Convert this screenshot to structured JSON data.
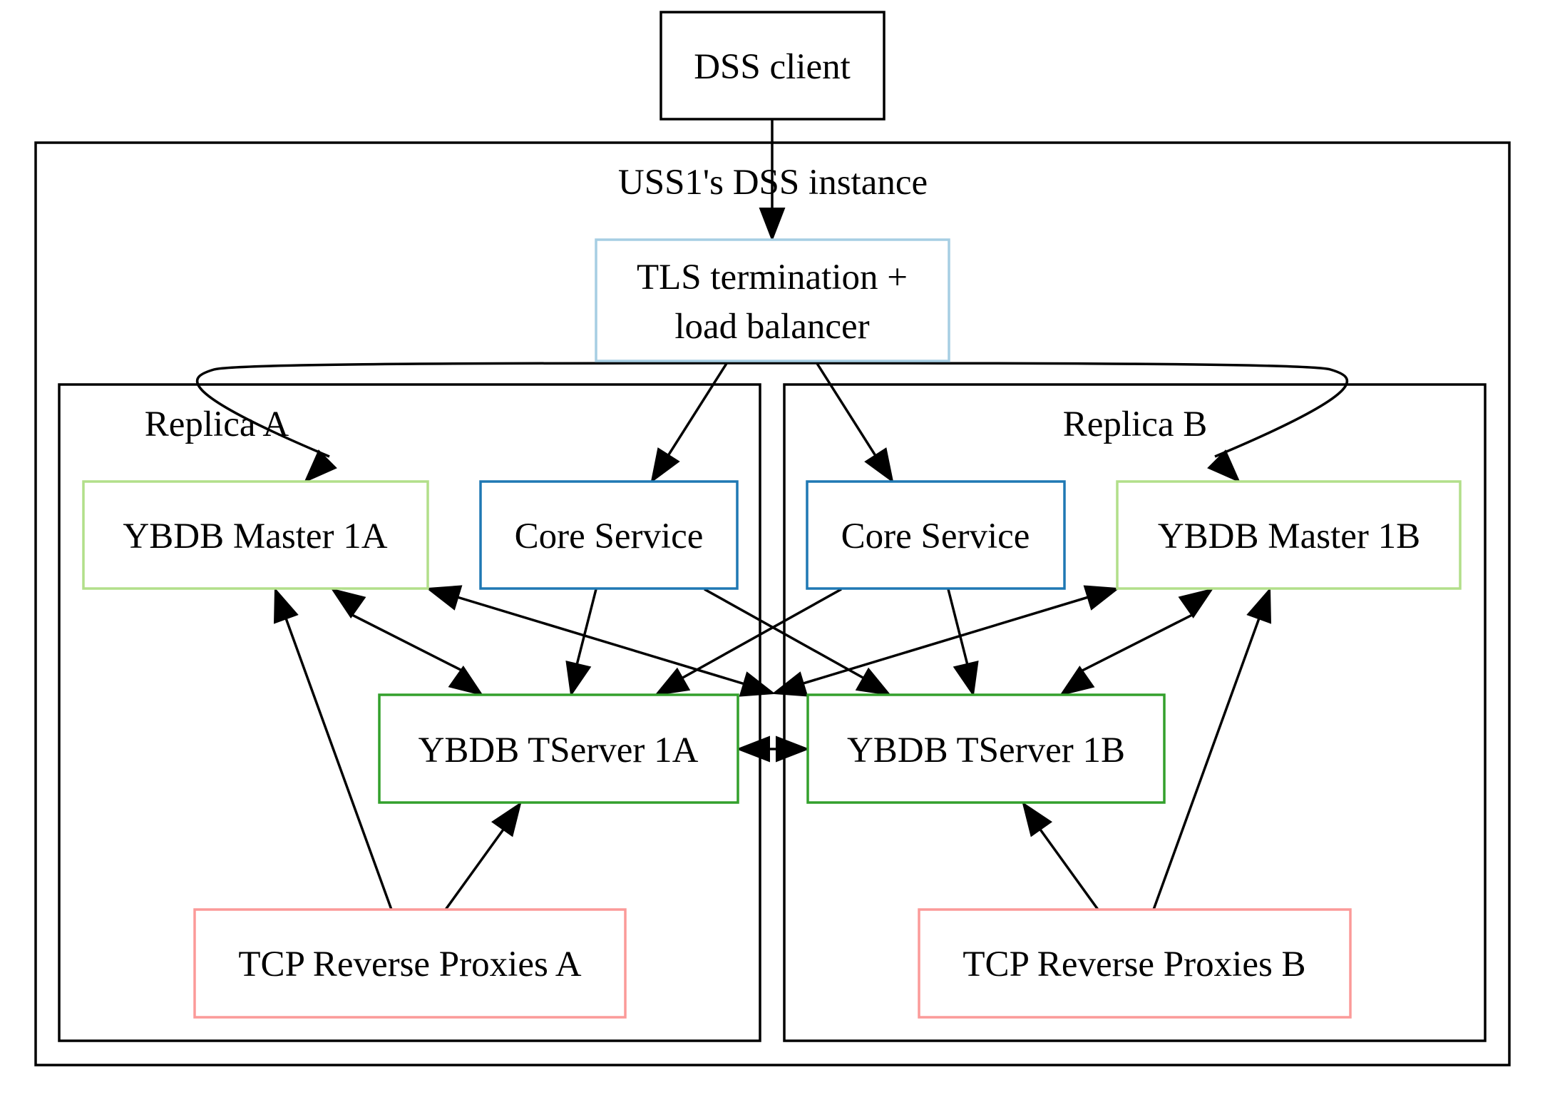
{
  "diagram": {
    "clusters": {
      "instance": {
        "label": "USS1's DSS instance",
        "border_color": "#000000"
      },
      "replica_a": {
        "label": "Replica A",
        "border_color": "#000000"
      },
      "replica_b": {
        "label": "Replica B",
        "border_color": "#000000"
      }
    },
    "nodes": {
      "dss_client": {
        "label": "DSS client",
        "border_color": "#000000"
      },
      "tls": {
        "label_lines": [
          "TLS termination +",
          "load balancer"
        ],
        "border_color": "#a6cee3"
      },
      "master_1a": {
        "label": "YBDB Master 1A",
        "border_color": "#b2df8a"
      },
      "core_a": {
        "label": "Core Service",
        "border_color": "#1f78b4"
      },
      "core_b": {
        "label": "Core Service",
        "border_color": "#1f78b4"
      },
      "master_1b": {
        "label": "YBDB Master 1B",
        "border_color": "#b2df8a"
      },
      "tserver_1a": {
        "label": "YBDB TServer 1A",
        "border_color": "#33a02c"
      },
      "tserver_1b": {
        "label": "YBDB TServer 1B",
        "border_color": "#33a02c"
      },
      "tcp_a": {
        "label": "TCP Reverse Proxies A",
        "border_color": "#fb9a99"
      },
      "tcp_b": {
        "label": "TCP Reverse Proxies B",
        "border_color": "#fb9a99"
      }
    },
    "edges": [
      {
        "id": "dss-to-tls",
        "from": "dss_client",
        "to": "tls",
        "direction": "forward"
      },
      {
        "id": "tls-to-master-1a",
        "from": "tls",
        "to": "master_1a",
        "direction": "forward"
      },
      {
        "id": "tls-to-core-a",
        "from": "tls",
        "to": "core_a",
        "direction": "forward"
      },
      {
        "id": "tls-to-core-b",
        "from": "tls",
        "to": "core_b",
        "direction": "forward"
      },
      {
        "id": "tls-to-master-1b",
        "from": "tls",
        "to": "master_1b",
        "direction": "forward"
      },
      {
        "id": "core-a-to-tserver-1a",
        "from": "core_a",
        "to": "tserver_1a",
        "direction": "forward"
      },
      {
        "id": "core-a-to-tserver-1b",
        "from": "core_a",
        "to": "tserver_1b",
        "direction": "forward"
      },
      {
        "id": "core-b-to-tserver-1a",
        "from": "core_b",
        "to": "tserver_1a",
        "direction": "forward"
      },
      {
        "id": "core-b-to-tserver-1b",
        "from": "core_b",
        "to": "tserver_1b",
        "direction": "forward"
      },
      {
        "id": "master-1a-tserver-1a",
        "from": "master_1a",
        "to": "tserver_1a",
        "direction": "both"
      },
      {
        "id": "master-1a-tserver-1b",
        "from": "master_1a",
        "to": "tserver_1b",
        "direction": "both"
      },
      {
        "id": "master-1b-tserver-1a",
        "from": "master_1b",
        "to": "tserver_1a",
        "direction": "both"
      },
      {
        "id": "master-1b-tserver-1b",
        "from": "master_1b",
        "to": "tserver_1b",
        "direction": "both"
      },
      {
        "id": "tserver-1a-tserver-1b",
        "from": "tserver_1a",
        "to": "tserver_1b",
        "direction": "both"
      },
      {
        "id": "tcp-a-to-master-1a",
        "from": "tcp_a",
        "to": "master_1a",
        "direction": "forward"
      },
      {
        "id": "tcp-a-to-tserver-1a",
        "from": "tcp_a",
        "to": "tserver_1a",
        "direction": "forward"
      },
      {
        "id": "tcp-b-to-master-1b",
        "from": "tcp_b",
        "to": "master_1b",
        "direction": "forward"
      },
      {
        "id": "tcp-b-to-tserver-1b",
        "from": "tcp_b",
        "to": "tserver_1b",
        "direction": "forward"
      }
    ]
  }
}
